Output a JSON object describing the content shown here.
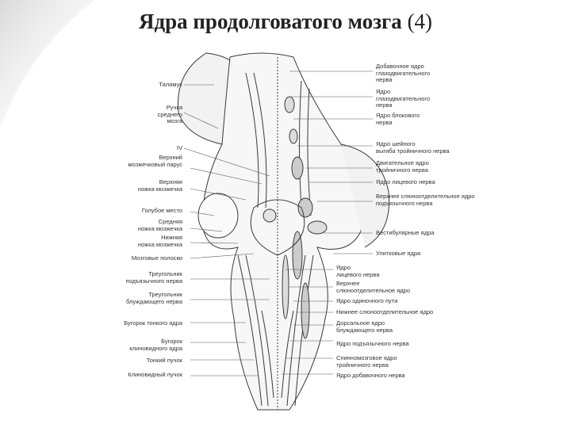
{
  "slide": {
    "title_main": "Ядра продолговатого мозга",
    "title_num": "(4)"
  },
  "labels_left": [
    "Таламус",
    "Ручка\nсреднего\nмозга",
    "IV",
    "Верхний\nмозжечковый парус",
    "Верхняя\nножка мозжечка",
    "Голубое место",
    "Средняя\nножка мозжечка",
    "Нижняя\nножка мозжечка",
    "Мозговые полоски",
    "Треугольник\nподъязычного нерва",
    "Треугольник\nблуждающего нерва",
    "Бугорок тонкого ядра",
    "Бугорок\nклиновидного ядра",
    "Тонкий пучок",
    "Клиновидный пучок"
  ],
  "labels_right": [
    "Добавочное ядро\nглазодвигательного\nнерва",
    "Ядро\nглазодвигательного\nнерва",
    "Ядро блокового\nнерва",
    "Ядро шейного\nвыгиба тройничного нерва",
    "Двигательное ядро\nтройничного нерва",
    "Ядро лицевого нерва",
    "Верхнее слюноотделительное ядро\nподъязычного нерва",
    "Вестибулярные ядра",
    "Улитковые ядра",
    "Ядро\nлицевого нерва",
    "Верхнее\nслюноотделительное ядро",
    "Ядро одиночного пути",
    "Нижнее слюноотделительное ядро",
    "Дорсальное ядро\nблуждающего нерва",
    "Ядро подъязычного нерва",
    "Спинномозговое ядро\nтройничного нерва",
    "Ядро добавочного нерва"
  ],
  "colors": {
    "ink": "#3a3a3a",
    "fill": "#f2f2f2",
    "title": "#222222"
  }
}
